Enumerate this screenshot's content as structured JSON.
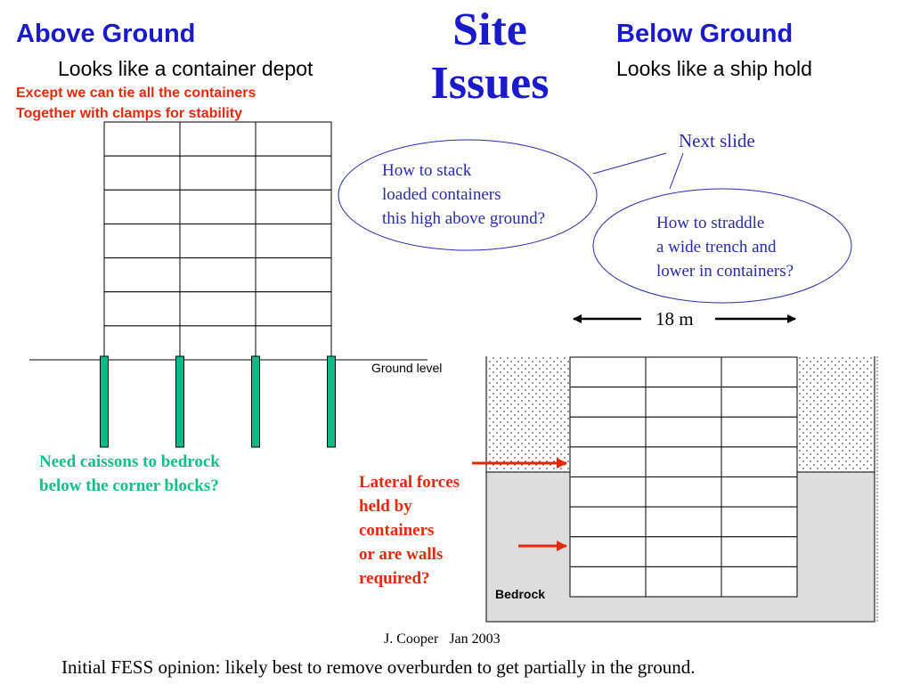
{
  "title": {
    "line1": "Site",
    "line2": "Issues"
  },
  "above": {
    "heading": "Above Ground",
    "subtitle": "Looks like a container depot",
    "note_line1": "Except we can tie all the containers",
    "note_line2": "Together with clamps for stability",
    "stack_rows": 7,
    "stack_cols": 3,
    "caisson_count": 4,
    "caisson_color": "#10b987",
    "caisson_note_line1": "Need caissons to bedrock",
    "caisson_note_line2": "below the corner blocks?",
    "ground_label": "Ground level"
  },
  "below": {
    "heading": "Below Ground",
    "subtitle": "Looks like a ship hold",
    "stack_rows": 8,
    "stack_cols": 3,
    "width_label": "18 m",
    "bedrock_label": "Bedrock",
    "lateral_line1": "Lateral forces",
    "lateral_line2": "held by",
    "lateral_line3": "containers",
    "lateral_line4": "or are walls",
    "lateral_line5": "required?",
    "arrow_color": "#e8280c",
    "bedrock_color": "#dddddd"
  },
  "bubbles": {
    "next_slide": "Next slide",
    "left_line1": "How to stack",
    "left_line2": "loaded containers",
    "left_line3": "this high above ground?",
    "right_line1": "How to straddle",
    "right_line2": "a wide trench and",
    "right_line3": "lower in containers?",
    "outline_color": "#2a2ab0"
  },
  "footer": {
    "credit": "J. Cooper   Jan 2003",
    "opinion": "Initial FESS opinion: likely best to remove overburden to get partially in the ground."
  },
  "colors": {
    "heading_blue": "#1a1acc",
    "red": "#e8280c",
    "green": "#0fbf88"
  }
}
